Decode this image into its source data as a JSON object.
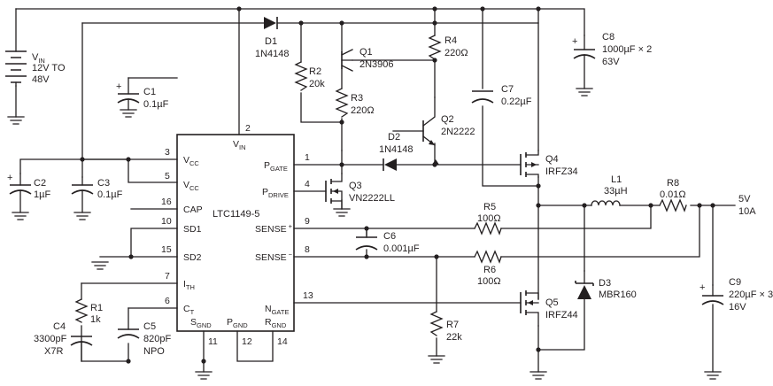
{
  "chip": {
    "name": "LTC1149-5",
    "pins": {
      "vin": {
        "text": "V",
        "sub": "IN",
        "num": "2"
      },
      "vcc1": {
        "text": "V",
        "sub": "CC",
        "num": "3"
      },
      "vcc2": {
        "text": "V",
        "sub": "CC",
        "num": "5"
      },
      "cap": {
        "text": "CAP",
        "num": "16"
      },
      "sd1": {
        "text": "SD1",
        "num": "10"
      },
      "sd2": {
        "text": "SD2",
        "num": "15"
      },
      "ith": {
        "text": "I",
        "sub": "TH",
        "num": "7"
      },
      "ct": {
        "text": "C",
        "sub": "T",
        "num": "6"
      },
      "sgnd": {
        "text": "S",
        "sub": "GND",
        "num": "11"
      },
      "pgnd": {
        "text": "P",
        "sub": "GND",
        "num": "12"
      },
      "rgnd": {
        "text": "R",
        "sub": "GND",
        "num": "14"
      },
      "pgate": {
        "text": "P",
        "sub": "GATE",
        "num": "1"
      },
      "pdrive": {
        "text": "P",
        "sub": "DRIVE",
        "num": "4"
      },
      "sensep": {
        "text": "SENSE",
        "sup": "+",
        "num": "9"
      },
      "sensem": {
        "text": "SENSE",
        "sup": "−",
        "num": "8"
      },
      "ngate": {
        "text": "N",
        "sub": "GATE",
        "num": "13"
      }
    }
  },
  "vin": {
    "line1": "V",
    "sub": "IN",
    "line2": "12V TO",
    "line3": "48V"
  },
  "components": {
    "c1": {
      "ref": "C1",
      "val": "0.1µF"
    },
    "c2": {
      "ref": "C2",
      "val": "1µF"
    },
    "c3": {
      "ref": "C3",
      "val": "0.1µF"
    },
    "c4": {
      "ref": "C4",
      "val": "3300pF",
      "val2": "X7R"
    },
    "c5": {
      "ref": "C5",
      "val": "820pF",
      "val2": "NPO"
    },
    "c6": {
      "ref": "C6",
      "val": "0.001µF"
    },
    "c7": {
      "ref": "C7",
      "val": "0.22µF"
    },
    "c8": {
      "ref": "C8",
      "val": "1000µF × 2",
      "val2": "63V"
    },
    "c9": {
      "ref": "C9",
      "val": "220µF × 3",
      "val2": "16V"
    },
    "r1": {
      "ref": "R1",
      "val": "1k"
    },
    "r2": {
      "ref": "R2",
      "val": "20k"
    },
    "r3": {
      "ref": "R3",
      "val": "220Ω"
    },
    "r4": {
      "ref": "R4",
      "val": "220Ω"
    },
    "r5": {
      "ref": "R5",
      "val": "100Ω"
    },
    "r6": {
      "ref": "R6",
      "val": "100Ω"
    },
    "r7": {
      "ref": "R7",
      "val": "22k"
    },
    "r8": {
      "ref": "R8",
      "val": "0.01Ω"
    },
    "l1": {
      "ref": "L1",
      "val": "33µH"
    },
    "d1": {
      "ref": "D1",
      "val": "1N4148"
    },
    "d2": {
      "ref": "D2",
      "val": "1N4148"
    },
    "d3": {
      "ref": "D3",
      "val": "MBR160"
    },
    "q1": {
      "ref": "Q1",
      "val": "2N3906"
    },
    "q2": {
      "ref": "Q2",
      "val": "2N2222"
    },
    "q3": {
      "ref": "Q3",
      "val": "VN2222LL"
    },
    "q4": {
      "ref": "Q4",
      "val": "IRFZ34"
    },
    "q5": {
      "ref": "Q5",
      "val": "IRFZ44"
    }
  },
  "output": {
    "voltage": "5V",
    "current": "10A"
  }
}
